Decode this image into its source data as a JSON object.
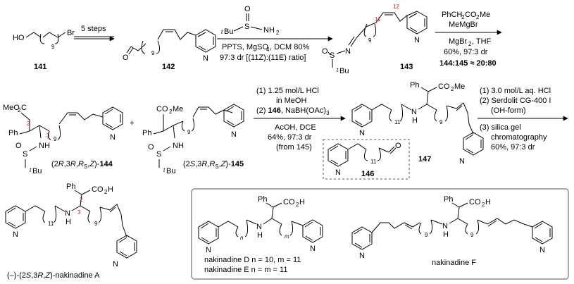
{
  "scheme": {
    "compounds": {
      "c141": {
        "number": "141",
        "oh": "HO",
        "br": "Br",
        "rep": "9"
      },
      "c142": {
        "number": "142",
        "o": "O",
        "rep": "9"
      },
      "c143": {
        "number": "143",
        "n": "N",
        "o": "O",
        "s": "S",
        "bu": "Bu",
        "t": "t",
        "rep": "9",
        "n11": "11",
        "n12": "12"
      },
      "c144": {
        "label_pre": "(2",
        "label_r1": "R",
        "label_mid": ",3",
        "label_r2": "R",
        "label_c": ",",
        "label_r3": "R",
        "label_s": "S",
        "label_z": ",",
        "label_zz": "Z",
        "label_end": ")-",
        "number": "144",
        "ester": "MeO",
        "ester2": "C",
        "ph": "Ph",
        "nh": "NH",
        "s": "S",
        "o": "O",
        "bu": "Bu",
        "t": "t",
        "n2": "2",
        "n3": "3",
        "rep": "9"
      },
      "c145": {
        "label_pre": "(2",
        "label_s1": "S",
        "label_mid": ",3",
        "label_r2": "R",
        "label_c": ",",
        "label_r3": "R",
        "label_s": "S",
        "label_z": ",",
        "label_zz": "Z",
        "label_end": ")-",
        "number": "145",
        "ester": "CO",
        "me": "Me",
        "ph": "Ph",
        "nh": "NH",
        "s": "S",
        "o": "O",
        "bu": "Bu",
        "t": "t",
        "rep": "9"
      },
      "c146": {
        "number": "146",
        "o": "O",
        "rep": "11"
      },
      "c147": {
        "number": "147",
        "ph": "Ph",
        "ester": "CO",
        "me": "Me",
        "n": "N",
        "h": "H",
        "rep11": "11",
        "rep9": "9"
      },
      "nakA": {
        "label_a": "(–)-(2",
        "label_s": "S",
        "label_b": ",3",
        "label_r": "R",
        "label_c": ",",
        "label_z": "Z",
        "label_d": ")-nakinadine A",
        "ph": "Ph",
        "acid": "CO",
        "acid_h": "H",
        "n": "N",
        "h": "H",
        "n2": "2",
        "n3": "3",
        "rep11": "11",
        "rep9": "9"
      },
      "nakDE": {
        "ph": "Ph",
        "acid": "CO",
        "acid_h": "H",
        "n": "N",
        "h": "H",
        "sub_n": "n",
        "sub_m": "m",
        "line1": "nakinadine D  n = 10, m = 11",
        "line2": "nakinadine E  n = m = 11"
      },
      "nakF": {
        "label": "nakinadine F",
        "ph": "Ph",
        "acid": "CO",
        "acid_h": "H",
        "n": "N",
        "h": "H",
        "rep9a": "9",
        "rep9b": "9"
      }
    },
    "pyridine_n": "N",
    "plus": "+",
    "arrows": {
      "a1": {
        "text": "5 steps"
      },
      "a2": {
        "reagent_s": "S",
        "reagent_o": "O",
        "reagent_nh2": "NH",
        "reagent_t": "t",
        "reagent_bu": "Bu",
        "line1": "PPTS, MgSO",
        "line1b": ", DCM 80%",
        "line2": "97:3 dr [(11Z):(11E) ratio]"
      },
      "a3": {
        "line1": "PhCH",
        "line1b": "CO",
        "line1c": "Me",
        "line2": "MeMgBr",
        "line3": "MgBr",
        "line3b": ", THF",
        "line4": "60%, 97:3 dr",
        "line5": "144:145 ≈ 20:80"
      },
      "a4": {
        "l1": "(1) 1.25 mol/L HCl",
        "l2": "in MeOH",
        "l3a": "(2)",
        "l3b": "146",
        "l3c": ", NaBH(OAc)",
        "l4": "AcOH, DCE",
        "l5": "64%, 97:3 dr",
        "l6": "(from 145)"
      },
      "a5": {
        "l1": "(1) 3.0 mol/L aq. HCl",
        "l2": "(2) Serdolit CG-400 I",
        "l3": "(OH-form)",
        "l4": "(3) silica gel",
        "l5": "chromatography",
        "l6": "60%, 97:3 dr"
      }
    },
    "colors": {
      "ink": "#000000",
      "red": "#d42020",
      "box": "#555555"
    }
  }
}
